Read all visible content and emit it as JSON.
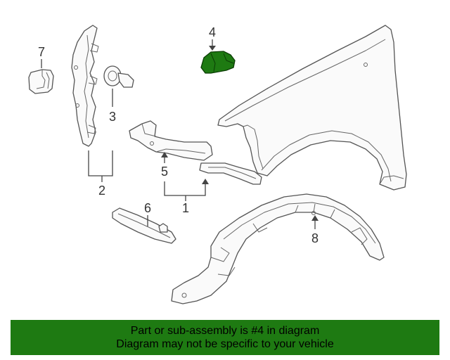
{
  "callouts": {
    "c1": "1",
    "c2": "2",
    "c3": "3",
    "c4": "4",
    "c5": "5",
    "c6": "6",
    "c7": "7",
    "c8": "8"
  },
  "banner": {
    "line1": "Part or sub-assembly is #4 in diagram",
    "line2": "Diagram may not be specific to your vehicle"
  },
  "colors": {
    "highlight": "#1e7a12",
    "banner_bg": "#1e7a12"
  }
}
